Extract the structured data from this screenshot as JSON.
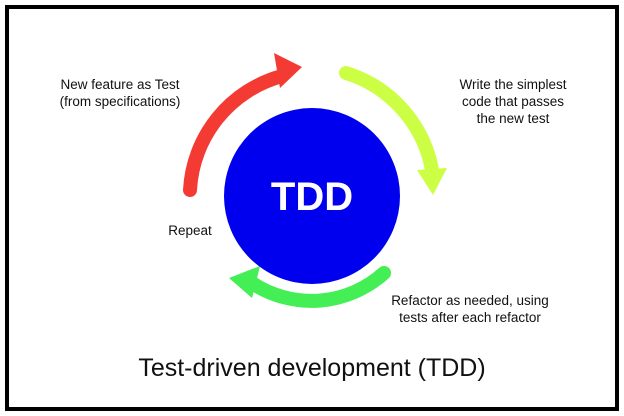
{
  "center_label": "TDD",
  "steps": [
    {
      "label_lines": [
        "New feature as Test",
        "(from specifications)"
      ],
      "color": "#f33b33"
    },
    {
      "label_lines": [
        "Write the simplest",
        "code that passes",
        "the new test"
      ],
      "color": "#ccff44"
    },
    {
      "label_lines": [
        "Refactor as needed, using",
        "tests after each refactor"
      ],
      "color": "#44ee55"
    },
    {
      "label_lines": [
        "Repeat"
      ]
    }
  ],
  "title": "Test-driven development (TDD)",
  "colors": {
    "circle": "#0000ee",
    "border": "#000000"
  }
}
